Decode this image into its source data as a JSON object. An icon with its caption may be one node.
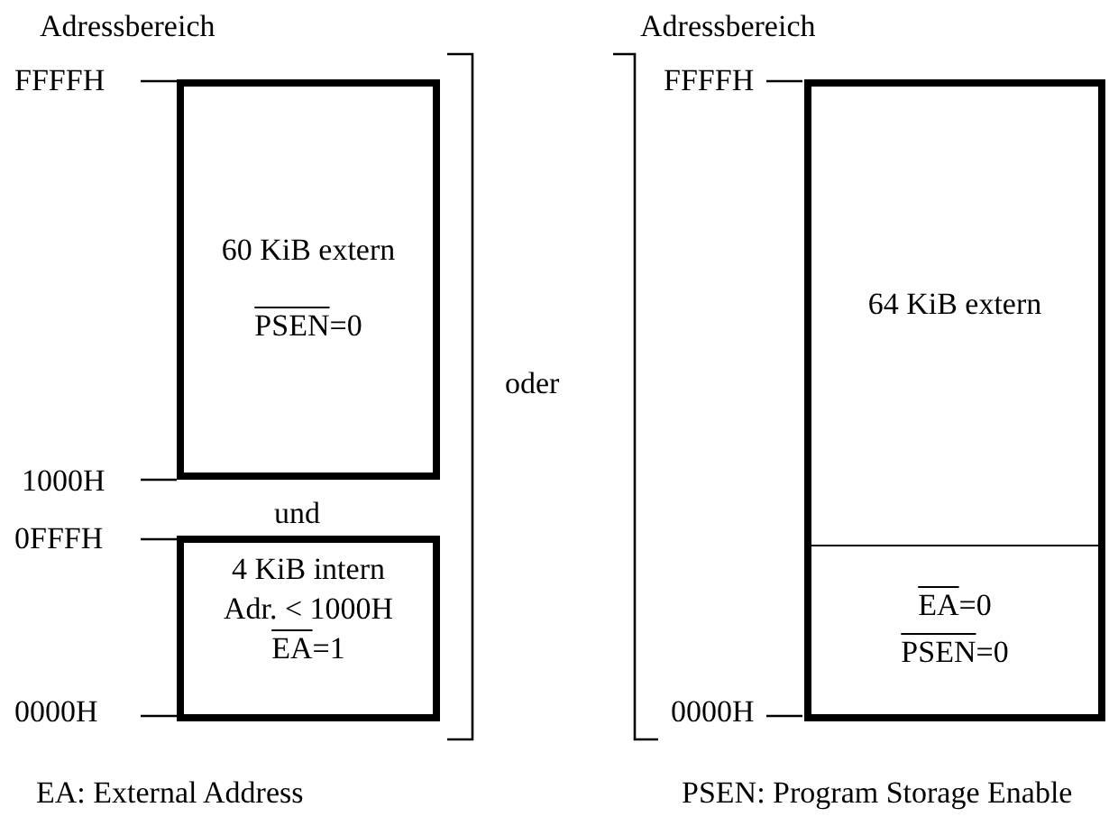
{
  "diagram": {
    "nodes": [
      {
        "text": [
          "60 KiB extern",
          "PSEN=0"
        ]
      },
      {
        "text": [
          "4 KiB intern",
          "Adr. < 1000H",
          "EA=1"
        ]
      },
      {
        "text": [
          "64 KiB extern"
        ]
      },
      {
        "text": [
          "EA=0",
          "PSEN=0"
        ],
        "in": 2
      }
    ],
    "labels": [
      "Adressbereich",
      "FFFFH",
      "1000H",
      "und",
      "0FFFH",
      "0000H",
      "oder",
      "Adressbereich",
      "FFFFH",
      "0000H",
      "EA: External Address",
      "PSEN: Program Storage Enable"
    ]
  }
}
